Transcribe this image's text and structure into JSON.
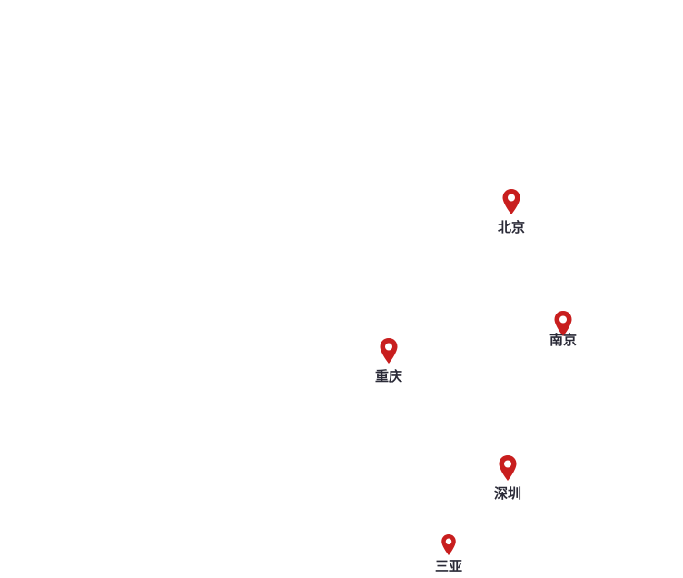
{
  "colors": {
    "pin": "#c81e1e",
    "pin_center": "#ffffff",
    "label": "#2b2b38",
    "background": "#ffffff"
  },
  "markers": [
    {
      "id": "beijing",
      "label": "北京",
      "icon": "map-pin-icon"
    },
    {
      "id": "nanjing",
      "label": "南京",
      "icon": "map-pin-icon"
    },
    {
      "id": "chongqing",
      "label": "重庆",
      "icon": "map-pin-icon"
    },
    {
      "id": "shenzhen",
      "label": "深圳",
      "icon": "map-pin-icon"
    },
    {
      "id": "sanya",
      "label": "三亚",
      "icon": "map-pin-icon"
    }
  ]
}
